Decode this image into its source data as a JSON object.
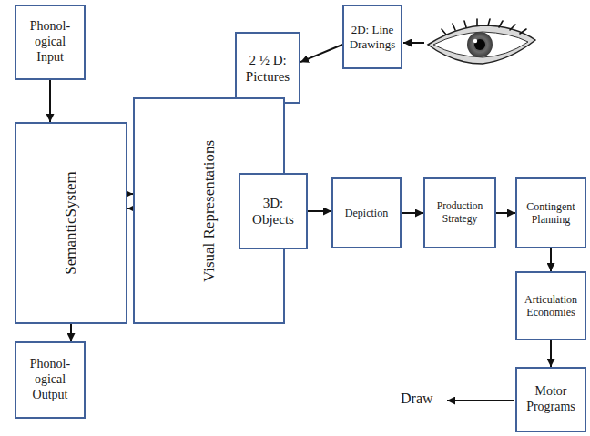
{
  "diagram": {
    "nodes": [
      {
        "text": [
          "Phonol- ogical Input"
        ]
      },
      {
        "text": [
          "2D: Line Drawings"
        ]
      },
      {
        "text": [
          "2 ½ D: Pictures"
        ]
      },
      {
        "text": [
          "SemanticSystem"
        ]
      },
      {
        "text": [
          "Visual Representations"
        ]
      },
      {
        "text": [
          "3D: Objects"
        ]
      },
      {
        "text": [
          "Depiction"
        ]
      },
      {
        "text": [
          "Production Strategy"
        ]
      },
      {
        "text": [
          "Contingent Planning"
        ]
      },
      {
        "text": [
          "Articulation Economies"
        ]
      },
      {
        "text": [
          "Phonol- ogical Output"
        ]
      },
      {
        "text": [
          "Motor Programs"
        ]
      }
    ],
    "edges": [
      {
        "from": 0,
        "to": 3,
        "arrow": "to"
      },
      {
        "from": 3,
        "to": 4,
        "arrow": "to"
      },
      {
        "from": 4,
        "to": 3,
        "arrow": "to"
      },
      {
        "from": 5,
        "to": 4,
        "arrow": "to"
      },
      {
        "from": 4,
        "to": 5,
        "arrow": "to"
      },
      {
        "from": 1,
        "to": 2,
        "arrow": "to"
      },
      {
        "from": 2,
        "to": 5,
        "arrow": "to"
      },
      {
        "from": 5,
        "to": 6,
        "arrow": "to"
      },
      {
        "from": 6,
        "to": 7,
        "arrow": "to"
      },
      {
        "from": 7,
        "to": 8,
        "arrow": "to"
      },
      {
        "from": 8,
        "to": 9,
        "arrow": "to"
      },
      {
        "from": 9,
        "to": 11,
        "arrow": "to"
      },
      {
        "from": 3,
        "to": 10,
        "arrow": "to"
      }
    ],
    "labels": [
      "Draw"
    ]
  }
}
